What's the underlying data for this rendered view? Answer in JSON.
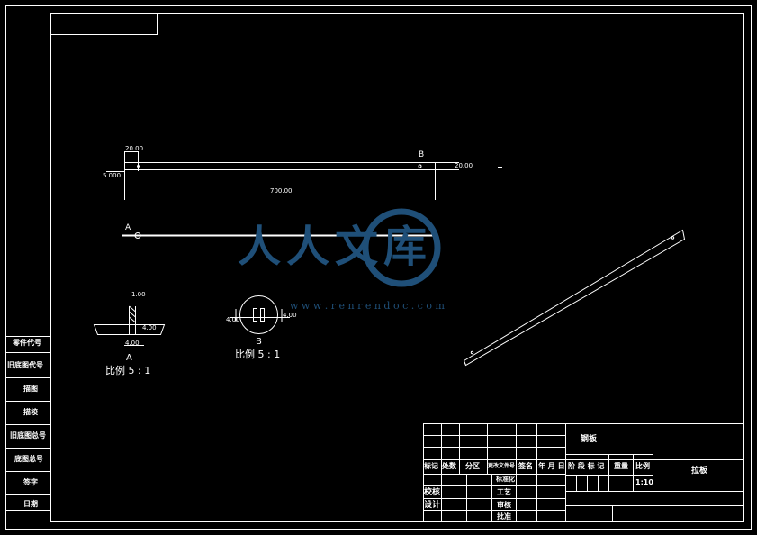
{
  "views": {
    "top_view": {
      "dim_width": "20.00",
      "dim_left": "5.000",
      "dim_right": "20.00",
      "dim_length": "700.00",
      "section_b_mark": "B",
      "section_a_mark": "A"
    },
    "detail_a": {
      "dim_top": "1.00",
      "dim_mid": "4.00",
      "dim_bottom": "4.00",
      "label": "A",
      "scale": "比例  5 : 1"
    },
    "detail_b": {
      "dim_left": "4.00",
      "dim_right": "4.00",
      "label": "B",
      "scale": "比例  5 : 1"
    }
  },
  "left_panel": {
    "labels": [
      "零件代号",
      "旧底图代号",
      "描图",
      "描校",
      "旧底图总号",
      "底图总号",
      "签字",
      "日期"
    ]
  },
  "title_block": {
    "material": "钢板",
    "part_name": "拉板",
    "header_revision": [
      "标记",
      "处数",
      "分区",
      "更改文件号",
      "签名",
      "年 月 日"
    ],
    "header_stage": [
      "阶 段 标 记",
      "重量",
      "比例"
    ],
    "scale": "1:10",
    "standardize": "标准化",
    "rows": [
      "校核",
      "设计"
    ],
    "rows_right": [
      "工艺",
      "审核",
      "批准"
    ]
  },
  "watermark": {
    "text": "人人文库",
    "url": "w w w . r e n r e n d o c . c o m"
  }
}
